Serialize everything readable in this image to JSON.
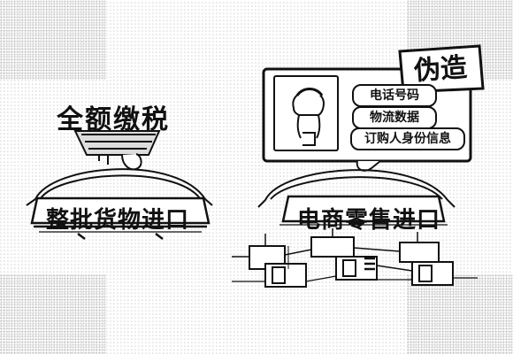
{
  "left_section": {
    "title": "全额缴税",
    "banner": "整批货物进口"
  },
  "right_section": {
    "banner": "电商零售进口",
    "stamp": "伪造",
    "info_items": [
      {
        "label": "电话号码"
      },
      {
        "label": "物流数据"
      },
      {
        "label": "订购人身份信息"
      }
    ]
  },
  "colors": {
    "ink": "#111111",
    "paper": "#ffffff"
  }
}
